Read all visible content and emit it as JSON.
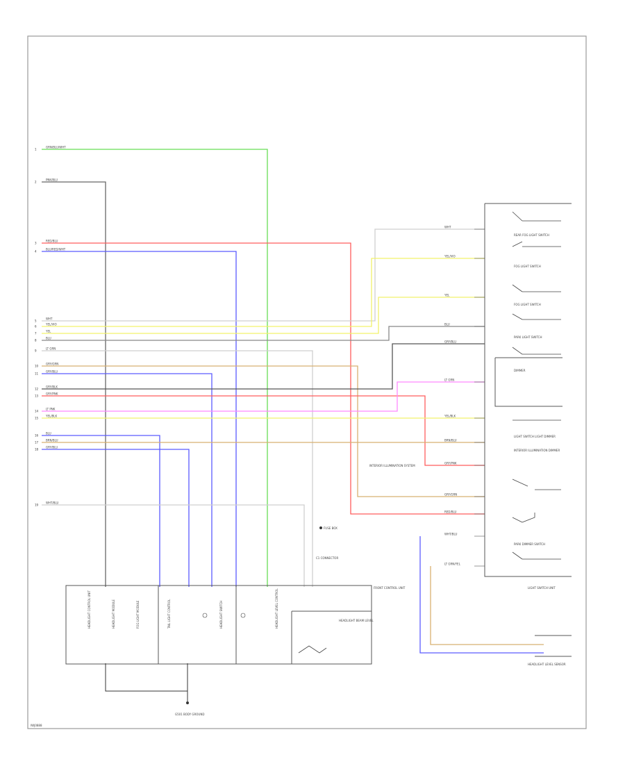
{
  "diagram_id": "IWJ0888",
  "colors": {
    "frame": "#9a9a9a",
    "black": "#666666",
    "red": "#ff5c5c",
    "blue": "#5a5aff",
    "green": "#66dd55",
    "yellow": "#f2f26a",
    "white": "#cfcfcf",
    "grey": "#888888",
    "pink": "#ff88ff",
    "tan": "#d8b070",
    "gray_black": "#555555"
  },
  "left_wires": [
    {
      "pin": "1",
      "label": "GRN/BLU/WHT",
      "color": "green"
    },
    {
      "pin": "2",
      "label": "PNK/BLU",
      "color": "black"
    },
    {
      "pin": "3",
      "label": "RED/BLU",
      "color": "red"
    },
    {
      "pin": "4",
      "label": "BLU/RED/WHT",
      "color": "blue"
    },
    {
      "pin": "5",
      "label": "WHT",
      "color": "white"
    },
    {
      "pin": "6",
      "label": "YEL/VIO",
      "color": "yellow"
    },
    {
      "pin": "7",
      "label": "YEL",
      "color": "yellow"
    },
    {
      "pin": "8",
      "label": "BLU",
      "color": "grey"
    },
    {
      "pin": "9",
      "label": "LT GRN",
      "color": "white"
    },
    {
      "pin": "10",
      "label": "GRY/GRN",
      "color": "tan"
    },
    {
      "pin": "11",
      "label": "GRY/BLU",
      "color": "blue"
    },
    {
      "pin": "12",
      "label": "GRY/BLK",
      "color": "gray_black"
    },
    {
      "pin": "13",
      "label": "GRY/PNK",
      "color": "red"
    },
    {
      "pin": "14",
      "label": "LT PNK",
      "color": "pink"
    },
    {
      "pin": "15",
      "label": "YEL/BLK",
      "color": "yellow"
    },
    {
      "pin": "16",
      "label": "BLU",
      "color": "blue"
    },
    {
      "pin": "17",
      "label": "BRN/BLU",
      "color": "tan"
    },
    {
      "pin": "18",
      "label": "GRY/BLU",
      "color": "blue"
    },
    {
      "pin": "19",
      "label": "WHT/BLU",
      "color": "white"
    }
  ],
  "right_wires": [
    {
      "label": "WHT",
      "color": "white"
    },
    {
      "label": "YEL/VIO",
      "color": "yellow"
    },
    {
      "label": "YEL",
      "color": "yellow"
    },
    {
      "label": "BLU",
      "color": "grey"
    },
    {
      "label": "GRY/BLU",
      "color": "white"
    },
    {
      "label": "LT GRN",
      "color": "gray_black"
    },
    {
      "label": "YEL/BLK",
      "color": "yellow"
    },
    {
      "label": "BRN/BLU",
      "color": "tan"
    },
    {
      "label": "GRY/PNK",
      "color": "red"
    },
    {
      "label": "GRY/GRN",
      "color": "tan"
    },
    {
      "label": "RED/BLU",
      "color": "red"
    },
    {
      "label": "WHT/BLU",
      "color": "white"
    },
    {
      "label": "LT GRN/YEL",
      "color": "tan"
    }
  ],
  "switch_unit_labels": [
    "REAR FOG LIGHT SWITCH",
    "FOG LIGHT SWITCH",
    "FOG LIGHT SWITCH",
    "PARK LIGHT SWITCH",
    "DIMMER",
    "LIGHT SWITCH LIGHT DIMMER",
    "INTERIOR ILLUMINATION DIMMER",
    "PARK DIMMER SWITCH",
    "LIGHT SWITCH UNIT"
  ],
  "bottom_unit_label": "FRONT CONTROL UNIT",
  "bottom_unit_sections": [
    "HEADLIGHT CONTROL UNIT",
    "HEADLIGHT MODULE",
    "FOG LIGHT MODULE",
    "TAIL LIGHT CONTROL",
    "HEADLIGHT SWITCH",
    "HEADLIGHT LEVEL CONTROL"
  ],
  "ground_label": "G501 BODY GROUND",
  "connector_label": "C1 CONNECTOR",
  "side_note": "HEADLIGHT BEAM LEVEL",
  "right_bottom_label": "HEADLIGHT LEVEL SENSOR",
  "aux_label": "INTERIOR ILLUMINATION SYSTEM",
  "fuse_label": "FUSE BOX"
}
